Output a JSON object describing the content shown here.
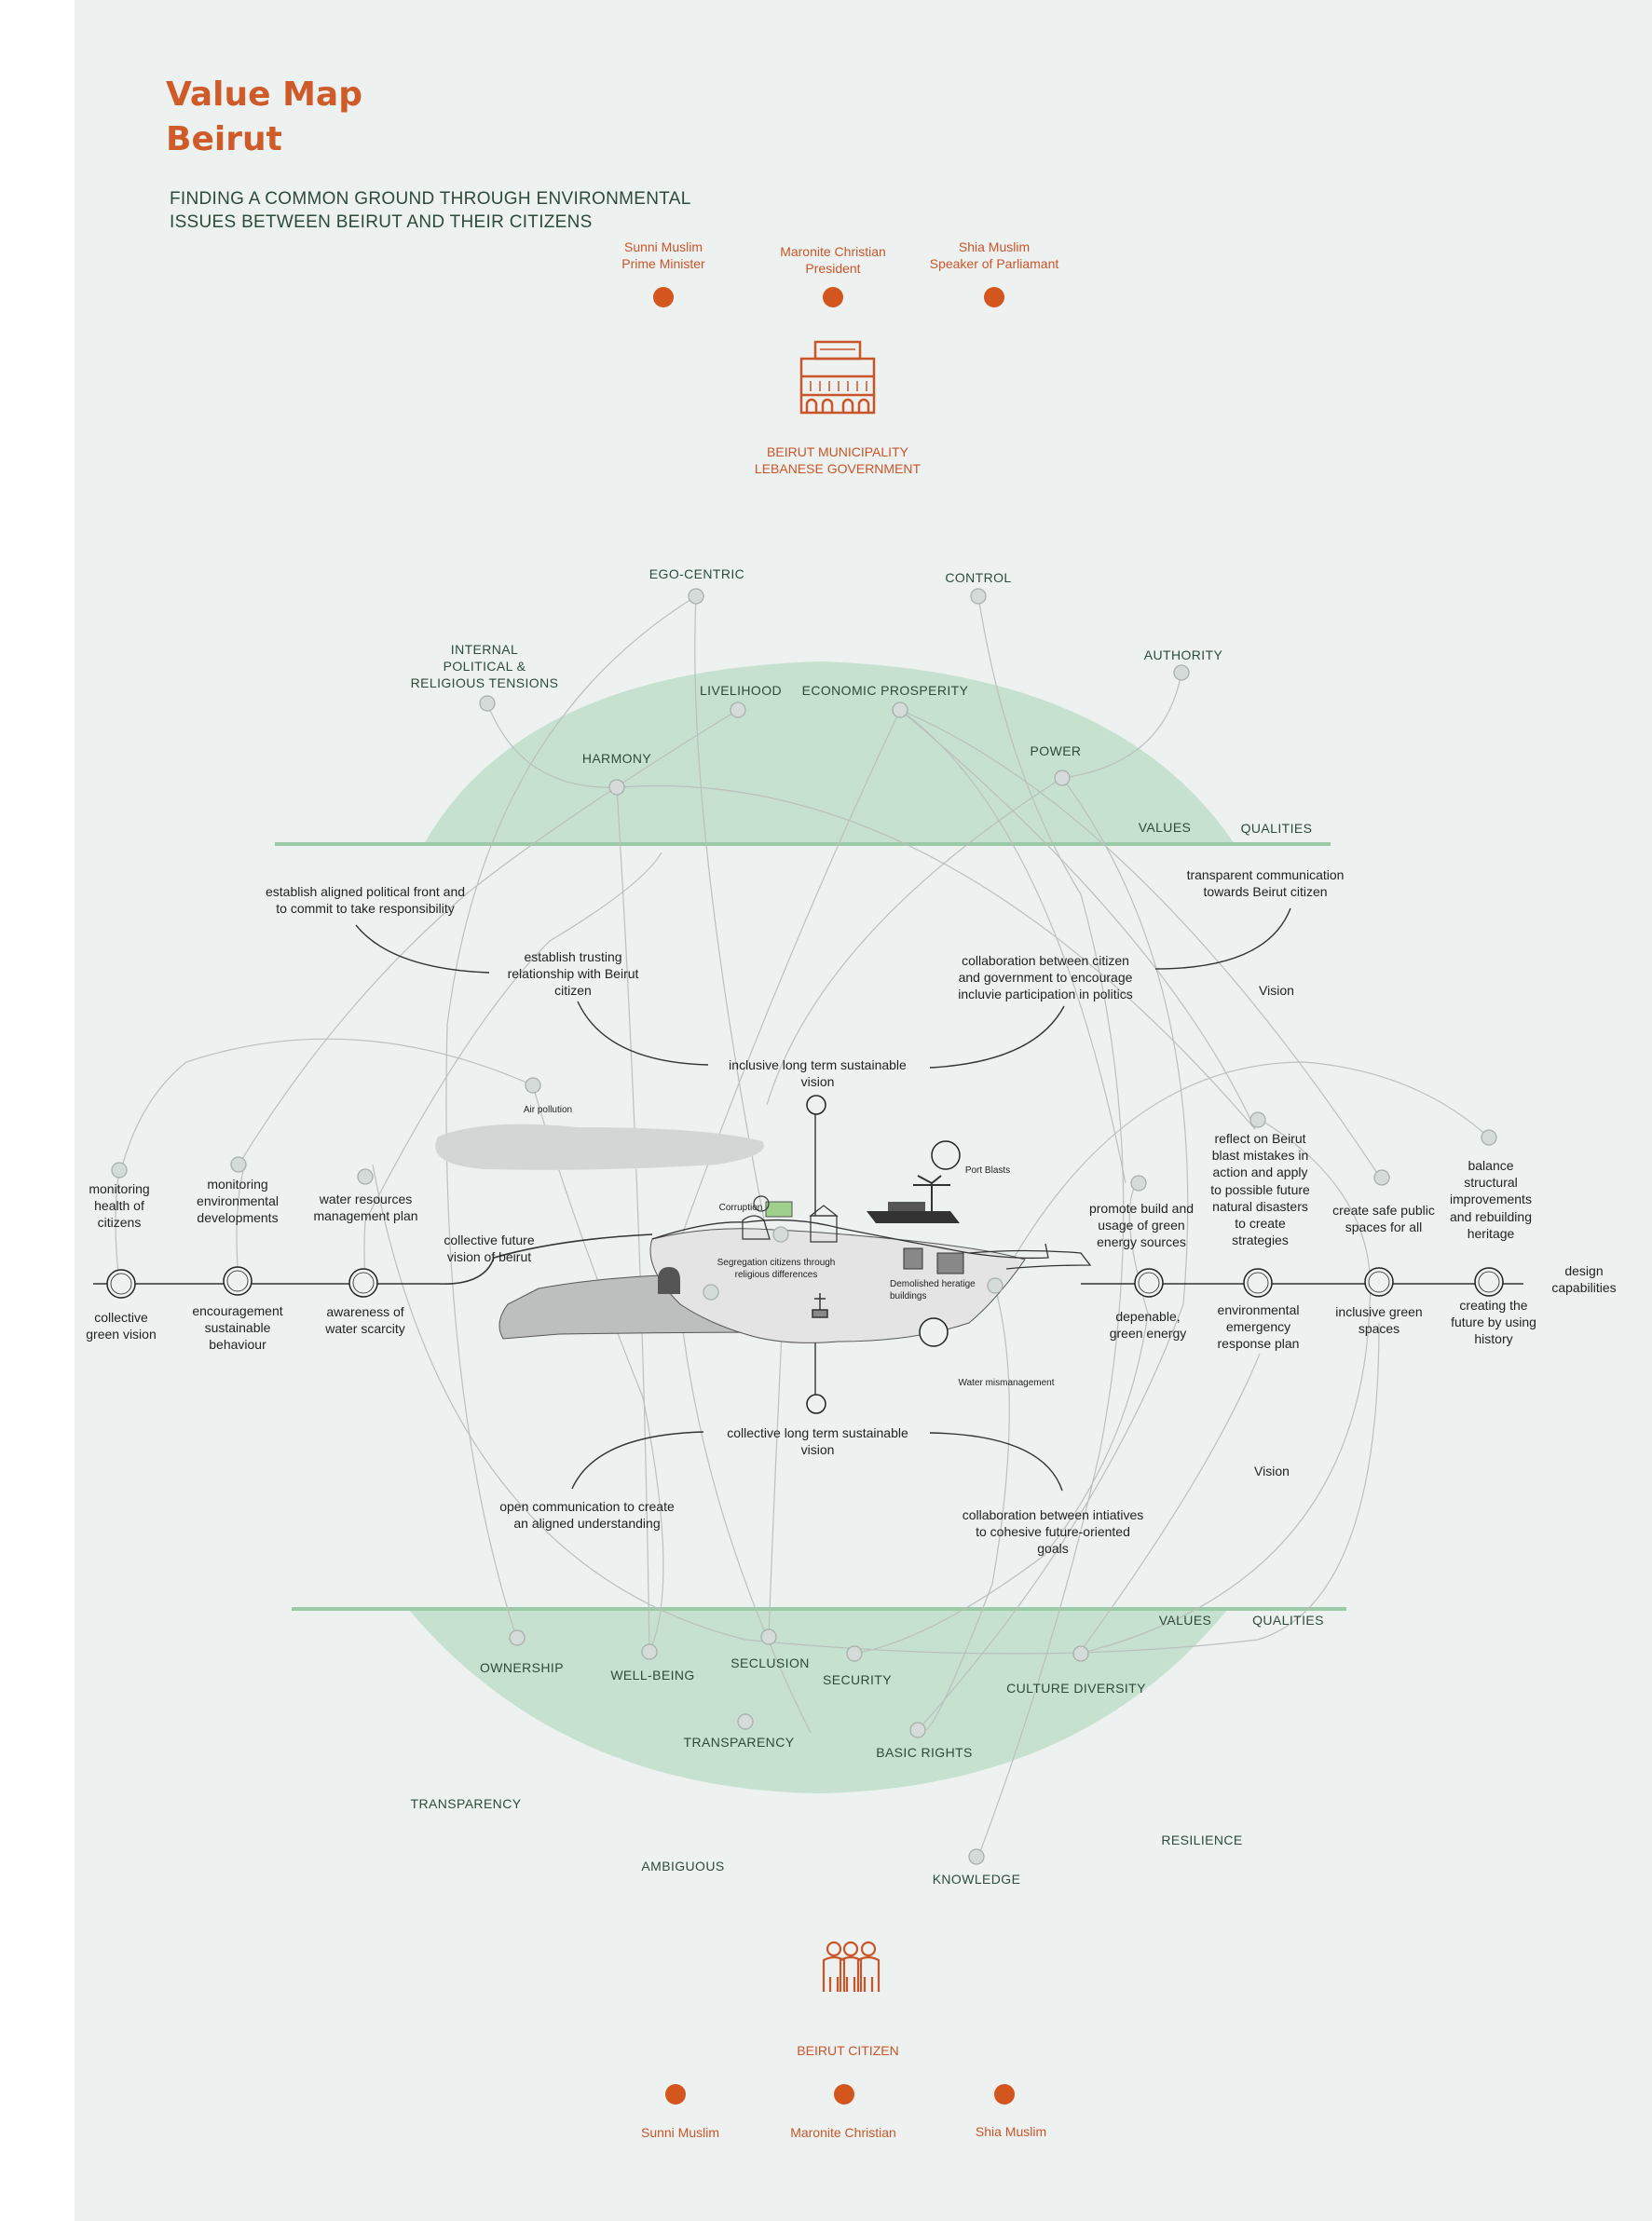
{
  "header": {
    "title_line1": "Value Map",
    "title_line2": "Beirut",
    "subtitle_line1": "FINDING A COMMON GROUND THROUGH ENVIRONMENTAL",
    "subtitle_line2": "ISSUES BETWEEN BEIRUT AND THEIR CITIZENS"
  },
  "colors": {
    "accent": "#cf5a2a",
    "value_dome": "#c7e1d0",
    "baseline": "#9bcaa7",
    "text_green": "#2d4a3a",
    "background": "#edf2f0"
  },
  "government": {
    "leaders": [
      {
        "line1": "Sunni Muslim",
        "line2": "Prime Minister"
      },
      {
        "line1": "Maronite Christian",
        "line2": "President"
      },
      {
        "line1": "Shia Muslim",
        "line2": "Speaker of Parliamant"
      }
    ],
    "icon": "government-building-icon",
    "label_line1": "BEIRUT MUNICIPALITY",
    "label_line2": "LEBANESE GOVERNMENT"
  },
  "top_values": {
    "ego_centric": "EGO-CENTRIC",
    "control": "CONTROL",
    "internal_line1": "INTERNAL",
    "internal_line2": "POLITICAL  &",
    "internal_line3": "RELIGIOUS TENSIONS",
    "authority": "AUTHORITY",
    "livelihood": "LIVELIHOOD",
    "economic_prosperity": "ECONOMIC PROSPERITY",
    "harmony": "HARMONY",
    "power": "POWER",
    "values": "VALUES",
    "qualities": "QUALITIES"
  },
  "top_qualities": {
    "transparent_line1": "transparent communication",
    "transparent_line2": "towards Beirut citizen",
    "aligned_line1": "establish aligned political front and",
    "aligned_line2": "to commit to take responsibility",
    "trusting_line1": "establish trusting",
    "trusting_line2": "relationship with Beirut",
    "trusting_line3": "citizen",
    "collab_line1": "collaboration between citizen",
    "collab_line2": "and government to encourage",
    "collab_line3": "incluvie participation in politics",
    "vision": "Vision",
    "inclusive_line1": "inclusive long term sustainable",
    "inclusive_line2": "vision"
  },
  "issues": {
    "air_pollution": "Air pollution",
    "port_blasts": "Port Blasts",
    "corruption": "Corruption",
    "segregation_line1": "Segregation citizens through",
    "segregation_line2": "religious differences",
    "demolished_line1": "Demolished heratige",
    "demolished_line2": "buildings",
    "water_mismanagement": "Water mismanagement"
  },
  "upper_needs": {
    "monitoring_health": [
      "monitoring",
      "health of",
      "citizens"
    ],
    "monitoring_env": [
      "monitoring",
      "environmental",
      "developments"
    ],
    "water_plan": [
      "water resources",
      "management plan"
    ],
    "collective_future": [
      "collective future",
      "vision of beirut"
    ],
    "promote_green": [
      "promote build and",
      "usage of green",
      "energy sources"
    ],
    "reflect_blast": [
      "reflect on Beirut",
      "blast mistakes in",
      "action and apply",
      "to possible future",
      "natural disasters",
      "to create",
      "strategies"
    ],
    "safe_public": [
      "create safe public",
      "spaces for all"
    ],
    "balance_heritage": [
      "balance",
      "structural",
      "improvements",
      "and rebuilding",
      "heritage"
    ]
  },
  "capabilities": {
    "collective_green": [
      "collective",
      "green vision"
    ],
    "encouragement": [
      "encouragement",
      "sustainable",
      "behaviour"
    ],
    "awareness": [
      "awareness of",
      "water scarcity"
    ],
    "dependable": [
      "depenable,",
      "green energy"
    ],
    "emergency": [
      "environmental",
      "emergency",
      "response plan"
    ],
    "inclusive_green": [
      "inclusive green",
      "spaces"
    ],
    "future_history": [
      "creating the",
      "future by using",
      "history"
    ],
    "design_capabilities": [
      "design",
      "capabilities"
    ]
  },
  "bottom_qualities": {
    "collective_line1": "collective long term sustainable",
    "collective_line2": "vision",
    "open_line1": "open communication to create",
    "open_line2": "an aligned understanding",
    "collab_line1": "collaboration between intiatives",
    "collab_line2": "to cohesive future-oriented",
    "collab_line3": "goals",
    "vision": "Vision"
  },
  "bottom_values": {
    "values": "VALUES",
    "qualities": "QUALITIES",
    "ownership": "OWNERSHIP",
    "wellbeing": "WELL-BEING",
    "seclusion": "SECLUSION",
    "security": "SECURITY",
    "culture_diversity": "CULTURE DIVERSITY",
    "transparency_inner": "TRANSPARENCY",
    "basic_rights": "BASIC RIGHTS",
    "transparency_outer": "TRANSPARENCY",
    "resilience": "RESILIENCE",
    "ambiguous": "AMBIGUOUS",
    "knowledge": "KNOWLEDGE"
  },
  "citizens": {
    "icon": "citizens-group-icon",
    "label": "BEIRUT CITIZEN",
    "groups": [
      "Sunni Muslim",
      "Maronite Christian",
      "Shia Muslim"
    ]
  }
}
